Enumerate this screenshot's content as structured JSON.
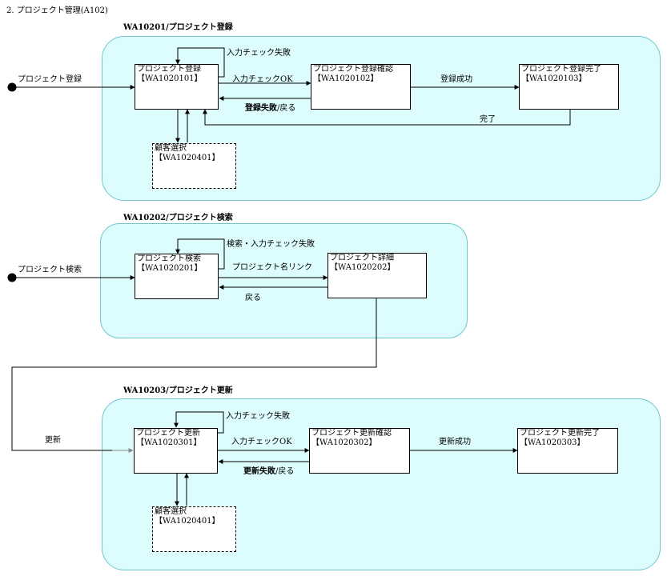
{
  "page_title": "2. プロジェクト管理(A102)",
  "sections": {
    "register": {
      "title": "WA10201/プロジェクト登録",
      "entry_label": "プロジェクト登録",
      "states": {
        "reg": {
          "name": "プロジェクト登録",
          "id": "【WA1020101】"
        },
        "confirm": {
          "name": "プロジェクト登録確認",
          "id": "【WA1020102】"
        },
        "complete": {
          "name": "プロジェクト登録完了",
          "id": "【WA1020103】"
        },
        "customer": {
          "name": "顧客選択",
          "id": "【WA1020401】"
        }
      },
      "labels": {
        "input_fail": "入力チェック失敗",
        "input_ok": "入力チェックOK",
        "fail_bold": "登録失敗",
        "fail_rest": "/戻る",
        "success": "登録成功",
        "done": "完了"
      }
    },
    "search": {
      "title": "WA10202/プロジェクト検索",
      "entry_label": "プロジェクト検索",
      "states": {
        "search": {
          "name": "プロジェクト検索",
          "id": "【WA1020201】"
        },
        "detail": {
          "name": "プロジェクト詳細",
          "id": "【WA1020202】"
        }
      },
      "labels": {
        "fail": "検索・入力チェック失敗",
        "link": "プロジェクト名リンク",
        "back": "戻る"
      }
    },
    "update": {
      "title": "WA10203/プロジェクト更新",
      "entry_label": "更新",
      "states": {
        "update": {
          "name": "プロジェクト更新",
          "id": "【WA1020301】"
        },
        "confirm": {
          "name": "プロジェクト更新確認",
          "id": "【WA1020302】"
        },
        "complete": {
          "name": "プロジェクト更新完了",
          "id": "【WA1020303】"
        },
        "customer": {
          "name": "顧客選択",
          "id": "【WA1020401】"
        }
      },
      "labels": {
        "input_fail": "入力チェック失敗",
        "input_ok": "入力チェックOK",
        "fail_bold": "更新失敗",
        "fail_rest": "/戻る",
        "success": "更新成功"
      }
    }
  },
  "colors": {
    "group_fill": "#ddfcfd",
    "group_border": "#6fc6cc",
    "line": "#000000",
    "connector_gray": "#888888"
  }
}
